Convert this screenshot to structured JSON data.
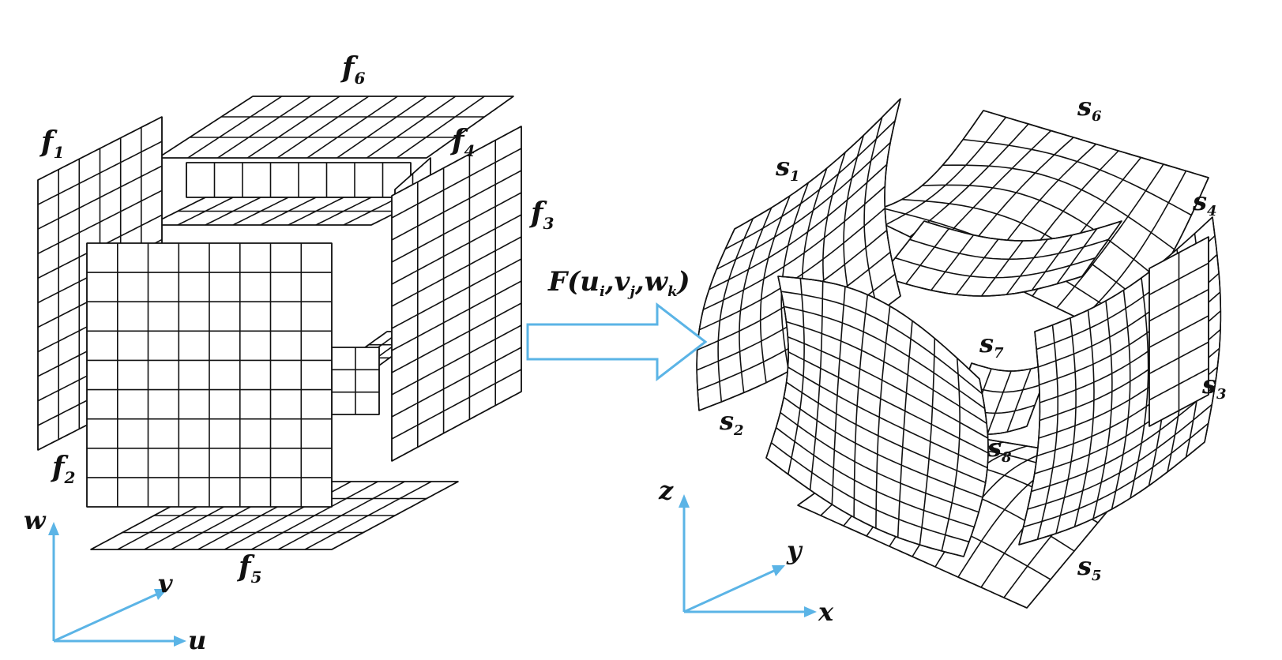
{
  "left_figure": {
    "faces": [
      {
        "id": "f1",
        "base": "f",
        "sub": "1"
      },
      {
        "id": "f2",
        "base": "f",
        "sub": "2"
      },
      {
        "id": "f3",
        "base": "f",
        "sub": "3"
      },
      {
        "id": "f4",
        "base": "f",
        "sub": "4"
      },
      {
        "id": "f5",
        "base": "f",
        "sub": "5"
      },
      {
        "id": "f6",
        "base": "f",
        "sub": "6"
      }
    ],
    "axes": {
      "vertical": "w",
      "depth": "v",
      "horizontal": "u"
    }
  },
  "mapping": {
    "function": "F",
    "args": [
      {
        "base": "u",
        "sub": "i"
      },
      {
        "base": "v",
        "sub": "j"
      },
      {
        "base": "w",
        "sub": "k"
      }
    ]
  },
  "right_figure": {
    "surfaces": [
      {
        "id": "s1",
        "base": "s",
        "sub": "1"
      },
      {
        "id": "s2",
        "base": "s",
        "sub": "2"
      },
      {
        "id": "s3",
        "base": "s",
        "sub": "3"
      },
      {
        "id": "s4",
        "base": "s",
        "sub": "4"
      },
      {
        "id": "s5",
        "base": "s",
        "sub": "5"
      },
      {
        "id": "s6",
        "base": "s",
        "sub": "6"
      },
      {
        "id": "s7",
        "base": "s",
        "sub": "7"
      },
      {
        "id": "s8",
        "base": "s",
        "sub": "8"
      }
    ],
    "axes": {
      "vertical": "z",
      "depth": "y",
      "horizontal": "x"
    }
  },
  "colors": {
    "axis": "#5bb4e6",
    "line": "#111111",
    "background": "#ffffff"
  }
}
